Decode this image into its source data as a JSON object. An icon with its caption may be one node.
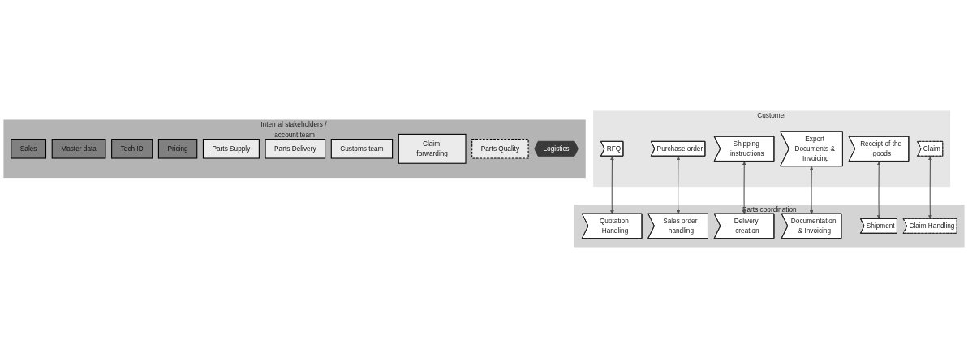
{
  "diagram": {
    "nodes": [
      {
        "text": [
          "Customer"
        ]
      },
      {
        "text": [
          "RFQ"
        ],
        "in": 0
      },
      {
        "text": [
          "Purchase order"
        ],
        "in": 0
      },
      {
        "text": [
          "Shipping instructions"
        ],
        "in": 0
      },
      {
        "text": [
          "Export Documents & Invoicing"
        ],
        "in": 0
      },
      {
        "text": [
          "Receipt of the goods"
        ],
        "in": 0
      },
      {
        "text": [
          "Claim"
        ],
        "in": 0
      },
      {
        "text": [
          "Parts coordination"
        ]
      },
      {
        "text": [
          "Quotation Handling"
        ],
        "in": 7
      },
      {
        "text": [
          "Sales order handling"
        ],
        "in": 7
      },
      {
        "text": [
          "Delivery creation"
        ],
        "in": 7
      },
      {
        "text": [
          "Documentation & Invoicing"
        ],
        "in": 7
      },
      {
        "text": [
          "Shipment"
        ],
        "in": 7
      },
      {
        "text": [
          "Claim Handling"
        ],
        "in": 7
      },
      {
        "text": [
          "Internal stakeholders / account team"
        ]
      },
      {
        "text": [
          "Sales"
        ],
        "in": 14
      },
      {
        "text": [
          "Master data"
        ],
        "in": 14
      },
      {
        "text": [
          "Tech ID"
        ],
        "in": 14
      },
      {
        "text": [
          "Pricing"
        ],
        "in": 14
      },
      {
        "text": [
          "Parts Supply"
        ],
        "in": 14
      },
      {
        "text": [
          "Parts Delivery"
        ],
        "in": 14
      },
      {
        "text": [
          "Customs team"
        ],
        "in": 14
      },
      {
        "text": [
          "Claim forwarding"
        ],
        "in": 14
      },
      {
        "text": [
          "Parts Quality"
        ],
        "in": 14
      },
      {
        "text": [
          "Logistics"
        ],
        "in": 14
      }
    ],
    "edges": [
      {
        "from": 1,
        "to": 8,
        "arrow": "both"
      },
      {
        "from": 2,
        "to": 9,
        "arrow": "both"
      },
      {
        "from": 3,
        "to": 10,
        "arrow": "both"
      },
      {
        "from": 4,
        "to": 11,
        "arrow": "both"
      },
      {
        "from": 5,
        "to": 12,
        "arrow": "both"
      },
      {
        "from": 6,
        "to": 13,
        "arrow": "both"
      }
    ]
  }
}
